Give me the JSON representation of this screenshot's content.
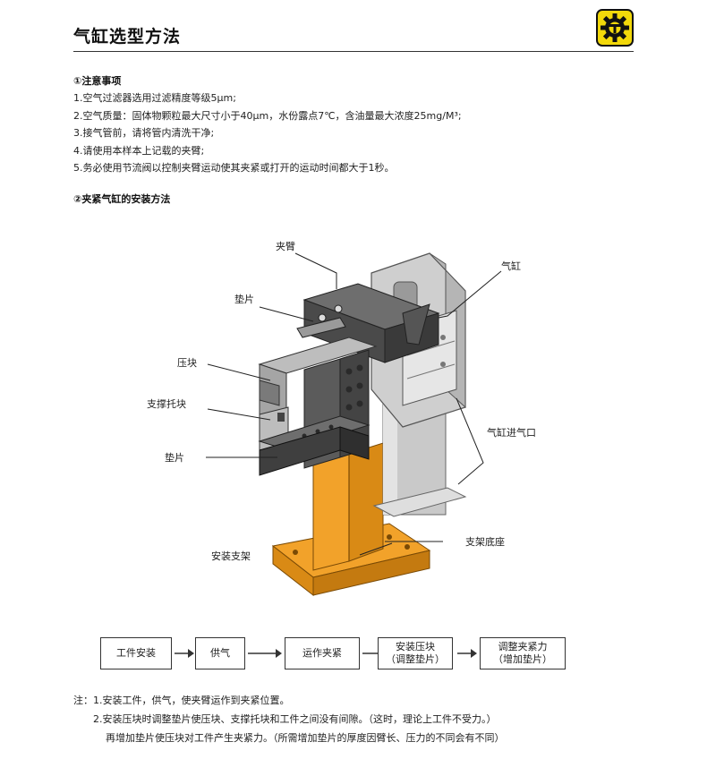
{
  "header": {
    "title": "气缸选型方法",
    "logo_icon": "gear-cylinder-logo",
    "logo_color": "#f2d80a"
  },
  "precautions": {
    "heading": "①注意事项",
    "items": [
      "1.空气过滤器选用过滤精度等级5μm;",
      "2.空气质量：固体物颗粒最大尺寸小于40μm，水份露点7℃，含油量最大浓度25mg/M³;",
      "3.接气管前，请将管内清洗干净;",
      "4.请使用本样本上记载的夹臂;",
      "5.务必使用节流阀以控制夹臂运动使其夹紧或打开的运动时间都大于1秒。"
    ]
  },
  "install": {
    "heading": "②夹紧气缸的安装方法",
    "labels": {
      "clamp_arm": "夹臂",
      "cylinder": "气缸",
      "shim_top": "垫片",
      "press_block": "压块",
      "support_block": "支撑托块",
      "air_inlet": "气缸进气口",
      "shim_bottom": "垫片",
      "base": "支架底座",
      "bracket": "安装支架"
    },
    "colors": {
      "bracket": "#f2a22a",
      "steel": "#5b5b5b",
      "cylinder": "#c9c9c9"
    }
  },
  "flow": {
    "steps": [
      {
        "line1": "工件安装",
        "line2": ""
      },
      {
        "line1": "供气",
        "line2": ""
      },
      {
        "line1": "运作夹紧",
        "line2": ""
      },
      {
        "line1": "安装压块",
        "line2": "（调整垫片）"
      },
      {
        "line1": "调整夹紧力",
        "line2": "（增加垫片）"
      }
    ]
  },
  "footnotes": {
    "label": "注：",
    "lines": [
      "1.安装工件，供气，使夹臂运作到夹紧位置。",
      "2.安装压块时调整垫片使压块、支撑托块和工件之间没有间隙。（这时，理论上工件不受力。）",
      "再增加垫片使压块对工件产生夹紧力。（所需增加垫片的厚度因臂长、压力的不同会有不同）"
    ]
  }
}
